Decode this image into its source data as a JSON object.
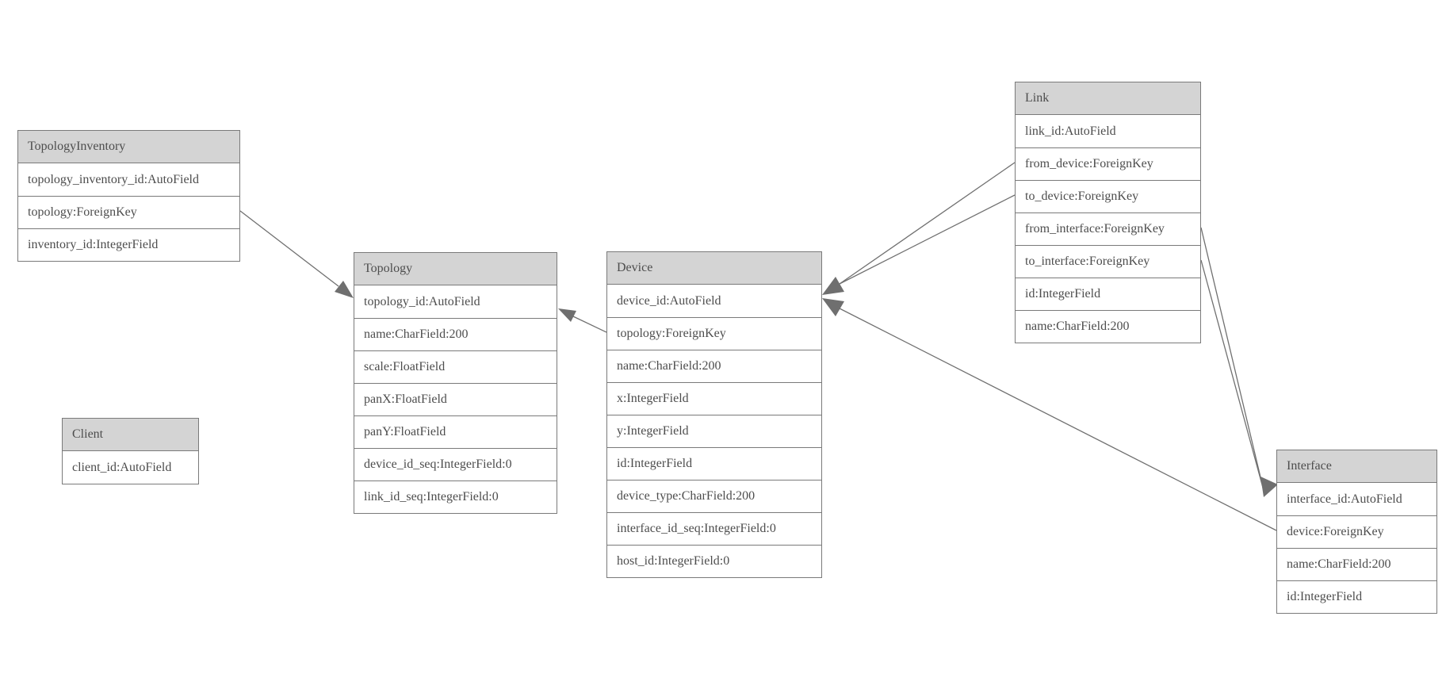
{
  "diagram": {
    "type": "entity-relationship-model-graph",
    "colors": {
      "background": "#ffffff",
      "entity_header_fill": "#d4d4d4",
      "entity_body_fill": "#ffffff",
      "entity_border": "#7a7a7a",
      "text": "#4d4d4d",
      "connector_line": "#707070",
      "arrowhead_fill": "#6f6f6f"
    }
  },
  "entities": [
    {
      "name": "TopologyInventory",
      "fields": [
        "topology_inventory_id:AutoField",
        "topology:ForeignKey",
        "inventory_id:IntegerField"
      ]
    },
    {
      "name": "Topology",
      "fields": [
        "topology_id:AutoField",
        "name:CharField:200",
        "scale:FloatField",
        "panX:FloatField",
        "panY:FloatField",
        "device_id_seq:IntegerField:0",
        "link_id_seq:IntegerField:0"
      ]
    },
    {
      "name": "Client",
      "fields": [
        "client_id:AutoField"
      ]
    },
    {
      "name": "Device",
      "fields": [
        "device_id:AutoField",
        "topology:ForeignKey",
        "name:CharField:200",
        "x:IntegerField",
        "y:IntegerField",
        "id:IntegerField",
        "device_type:CharField:200",
        "interface_id_seq:IntegerField:0",
        "host_id:IntegerField:0"
      ]
    },
    {
      "name": "Link",
      "fields": [
        "link_id:AutoField",
        "from_device:ForeignKey",
        "to_device:ForeignKey",
        "from_interface:ForeignKey",
        "to_interface:ForeignKey",
        "id:IntegerField",
        "name:CharField:200"
      ]
    },
    {
      "name": "Interface",
      "fields": [
        "interface_id:AutoField",
        "device:ForeignKey",
        "name:CharField:200",
        "id:IntegerField"
      ]
    }
  ],
  "relationships": [
    {
      "from": "TopologyInventory.topology",
      "to": "Topology"
    },
    {
      "from": "Device.topology",
      "to": "Topology"
    },
    {
      "from": "Link.from_device",
      "to": "Device"
    },
    {
      "from": "Link.to_device",
      "to": "Device"
    },
    {
      "from": "Interface.device",
      "to": "Device"
    },
    {
      "from": "Link.from_interface",
      "to": "Interface"
    },
    {
      "from": "Link.to_interface",
      "to": "Interface"
    }
  ]
}
